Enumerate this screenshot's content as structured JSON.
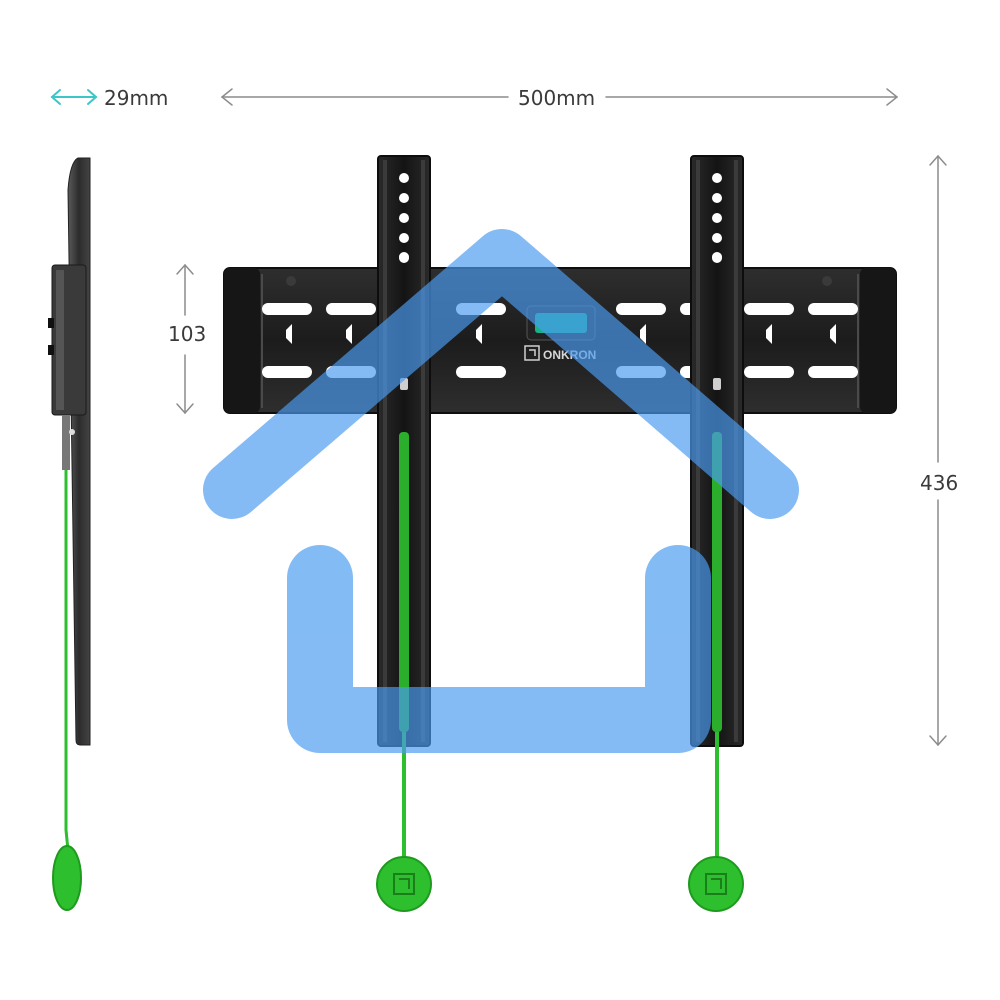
{
  "dimensions": {
    "depth": "29mm",
    "width": "500mm",
    "rail_height": "103",
    "total_height": "436"
  },
  "brand": {
    "name": "ONKRON"
  },
  "colors": {
    "arrow_depth": "#3cc6c6",
    "arrow_gray": "#8c8c8c",
    "metal_dark": "#1e1e1e",
    "metal_edge": "#3a3a3a",
    "slot_white": "#ffffff",
    "strap_green": "#2dbf2d",
    "strap_dark_green": "#1e9b1e",
    "accent_teal": "#19b08a",
    "overlay_blue": "#4a9bf0"
  },
  "icons": {
    "depth_arrow": "double-arrow-horizontal-icon",
    "width_arrow": "double-arrow-horizontal-icon",
    "height_arrow": "double-arrow-vertical-icon",
    "overlay": "house-icon",
    "pull_tab": "onkron-logo-icon"
  }
}
